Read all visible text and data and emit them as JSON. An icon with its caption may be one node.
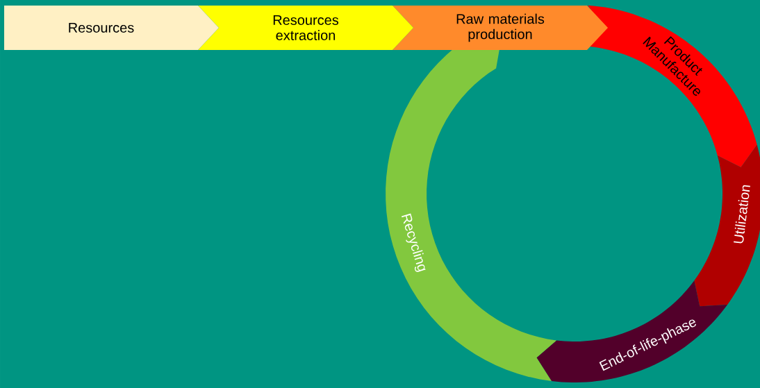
{
  "diagram": {
    "nodes": [
      {
        "text": [
          "Resources"
        ]
      },
      {
        "text": [
          "Resources extraction"
        ]
      },
      {
        "text": [
          "Raw materials production"
        ]
      },
      {
        "text": [
          "Product Manufacture"
        ]
      },
      {
        "text": [
          "Utilization"
        ]
      },
      {
        "text": [
          "End-of-life-phase"
        ]
      },
      {
        "text": [
          "Recycling"
        ]
      }
    ]
  }
}
